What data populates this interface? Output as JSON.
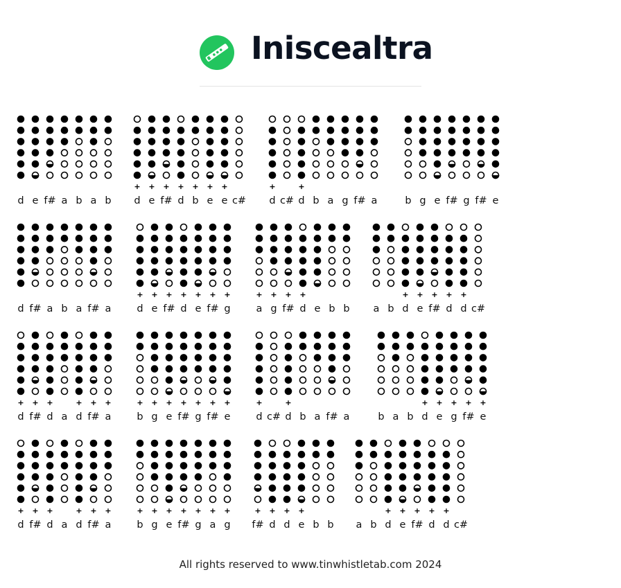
{
  "title": "Iniscealtra",
  "logo_icon": "tin-whistle-icon",
  "brand_color": "#22c55e",
  "footer": "All rights reserved to www.tinwhistletab.com 2024",
  "rows": [
    {
      "measures": [
        {
          "notes": [
            {
              "n": "d",
              "h": "ffffff",
              "p": false
            },
            {
              "n": "e",
              "h": "ffffft",
              "p": false
            },
            {
              "n": "f#",
              "h": "ffffto",
              "p": false
            },
            {
              "n": "a",
              "h": "fffooo",
              "p": false
            },
            {
              "n": "b",
              "h": "ffoooo",
              "p": false
            },
            {
              "n": "a",
              "h": "fffooo",
              "p": false
            },
            {
              "n": "b",
              "h": "ffoooo",
              "p": false
            }
          ]
        },
        {
          "notes": [
            {
              "n": "d",
              "h": "offfff",
              "p": true
            },
            {
              "n": "e",
              "h": "ffffft",
              "p": true
            },
            {
              "n": "f#",
              "h": "ffffto",
              "p": true
            },
            {
              "n": "d",
              "h": "offfff",
              "p": true
            },
            {
              "n": "b",
              "h": "ffoooo",
              "p": true
            },
            {
              "n": "e",
              "h": "ffffft",
              "p": true
            },
            {
              "n": "e",
              "h": "ffffft",
              "p": true
            },
            {
              "n": "c#",
              "h": "oooooo",
              "p": false
            }
          ]
        },
        {
          "notes": [
            {
              "n": "d",
              "h": "offfff",
              "p": true
            },
            {
              "n": "c#",
              "h": "oooooo",
              "p": false
            },
            {
              "n": "d",
              "h": "offfff",
              "p": true
            },
            {
              "n": "b",
              "h": "ffoooo",
              "p": false
            },
            {
              "n": "a",
              "h": "fffooo",
              "p": false
            },
            {
              "n": "g",
              "h": "ffffoo",
              "p": false
            },
            {
              "n": "f#",
              "h": "ffffto",
              "p": false
            },
            {
              "n": "a",
              "h": "fffooo",
              "p": false
            }
          ]
        },
        {
          "notes": [
            {
              "n": "b",
              "h": "ffoooo",
              "p": false
            },
            {
              "n": "g",
              "h": "ffffoo",
              "p": false
            },
            {
              "n": "e",
              "h": "ffffft",
              "p": false
            },
            {
              "n": "f#",
              "h": "ffffto",
              "p": false
            },
            {
              "n": "g",
              "h": "ffffoo",
              "p": false
            },
            {
              "n": "f#",
              "h": "ffffto",
              "p": false
            },
            {
              "n": "e",
              "h": "ffffft",
              "p": false
            }
          ]
        }
      ]
    },
    {
      "measures": [
        {
          "notes": [
            {
              "n": "d",
              "h": "ffffff",
              "p": false
            },
            {
              "n": "f#",
              "h": "ffffto",
              "p": false
            },
            {
              "n": "a",
              "h": "fffooo",
              "p": false
            },
            {
              "n": "b",
              "h": "ffoooo",
              "p": false
            },
            {
              "n": "a",
              "h": "fffooo",
              "p": false
            },
            {
              "n": "f#",
              "h": "ffffto",
              "p": false
            },
            {
              "n": "a",
              "h": "fffooo",
              "p": false
            }
          ]
        },
        {
          "notes": [
            {
              "n": "d",
              "h": "offfff",
              "p": true
            },
            {
              "n": "e",
              "h": "ffffft",
              "p": true
            },
            {
              "n": "f#",
              "h": "ffffto",
              "p": true
            },
            {
              "n": "d",
              "h": "offfff",
              "p": true
            },
            {
              "n": "e",
              "h": "ffffft",
              "p": true
            },
            {
              "n": "f#",
              "h": "ffffto",
              "p": true
            },
            {
              "n": "g",
              "h": "ffffoo",
              "p": true
            }
          ]
        },
        {
          "notes": [
            {
              "n": "a",
              "h": "fffooo",
              "p": true
            },
            {
              "n": "g",
              "h": "ffffoo",
              "p": true
            },
            {
              "n": "f#",
              "h": "ffffto",
              "p": true
            },
            {
              "n": "d",
              "h": "offfff",
              "p": true
            },
            {
              "n": "e",
              "h": "ffffft",
              "p": false
            },
            {
              "n": "b",
              "h": "ffoooo",
              "p": false
            },
            {
              "n": "b",
              "h": "ffoooo",
              "p": false
            }
          ]
        },
        {
          "notes": [
            {
              "n": "a",
              "h": "fffooo",
              "p": false
            },
            {
              "n": "b",
              "h": "ffoooo",
              "p": false
            },
            {
              "n": "d",
              "h": "offfff",
              "p": true
            },
            {
              "n": "e",
              "h": "ffffft",
              "p": true
            },
            {
              "n": "f#",
              "h": "ffffto",
              "p": true
            },
            {
              "n": "d",
              "h": "offfff",
              "p": true
            },
            {
              "n": "d",
              "h": "offfff",
              "p": true
            },
            {
              "n": "c#",
              "h": "oooooo",
              "p": false
            }
          ]
        }
      ]
    },
    {
      "measures": [
        {
          "notes": [
            {
              "n": "d",
              "h": "offfff",
              "p": true
            },
            {
              "n": "f#",
              "h": "ffffto",
              "p": true
            },
            {
              "n": "d",
              "h": "offfff",
              "p": true
            },
            {
              "n": "a",
              "h": "fffooo",
              "p": false
            },
            {
              "n": "d",
              "h": "offfff",
              "p": true
            },
            {
              "n": "f#",
              "h": "ffffto",
              "p": true
            },
            {
              "n": "a",
              "h": "fffooo",
              "p": true
            }
          ]
        },
        {
          "notes": [
            {
              "n": "b",
              "h": "ffoooo",
              "p": true
            },
            {
              "n": "g",
              "h": "ffffoo",
              "p": true
            },
            {
              "n": "e",
              "h": "ffffft",
              "p": true
            },
            {
              "n": "f#",
              "h": "ffffto",
              "p": true
            },
            {
              "n": "g",
              "h": "ffffoo",
              "p": true
            },
            {
              "n": "f#",
              "h": "ffffto",
              "p": true
            },
            {
              "n": "e",
              "h": "ffffft",
              "p": true
            }
          ]
        },
        {
          "notes": [
            {
              "n": "d",
              "h": "offfff",
              "p": true
            },
            {
              "n": "c#",
              "h": "oooooo",
              "p": false
            },
            {
              "n": "d",
              "h": "offfff",
              "p": true
            },
            {
              "n": "b",
              "h": "ffoooo",
              "p": false
            },
            {
              "n": "a",
              "h": "fffooo",
              "p": false
            },
            {
              "n": "f#",
              "h": "ffffto",
              "p": false
            },
            {
              "n": "a",
              "h": "fffooo",
              "p": false
            }
          ]
        },
        {
          "notes": [
            {
              "n": "b",
              "h": "ffoooo",
              "p": false
            },
            {
              "n": "a",
              "h": "fffooo",
              "p": false
            },
            {
              "n": "b",
              "h": "ffoooo",
              "p": false
            },
            {
              "n": "d",
              "h": "offfff",
              "p": true
            },
            {
              "n": "e",
              "h": "ffffft",
              "p": true
            },
            {
              "n": "g",
              "h": "ffffoo",
              "p": true
            },
            {
              "n": "f#",
              "h": "ffffto",
              "p": true
            },
            {
              "n": "e",
              "h": "ffffft",
              "p": true
            }
          ]
        }
      ]
    },
    {
      "measures": [
        {
          "notes": [
            {
              "n": "d",
              "h": "offfff",
              "p": true
            },
            {
              "n": "f#",
              "h": "ffffto",
              "p": true
            },
            {
              "n": "d",
              "h": "offfff",
              "p": true
            },
            {
              "n": "a",
              "h": "fffooo",
              "p": false
            },
            {
              "n": "d",
              "h": "offfff",
              "p": true
            },
            {
              "n": "f#",
              "h": "ffffto",
              "p": true
            },
            {
              "n": "a",
              "h": "fffooo",
              "p": true
            }
          ]
        },
        {
          "notes": [
            {
              "n": "b",
              "h": "ffoooo",
              "p": true
            },
            {
              "n": "g",
              "h": "ffffoo",
              "p": true
            },
            {
              "n": "e",
              "h": "ffffft",
              "p": true
            },
            {
              "n": "f#",
              "h": "ffffto",
              "p": true
            },
            {
              "n": "g",
              "h": "ffffoo",
              "p": true
            },
            {
              "n": "a",
              "h": "fffooo",
              "p": true
            },
            {
              "n": "g",
              "h": "ffffoo",
              "p": true
            }
          ]
        },
        {
          "notes": [
            {
              "n": "f#",
              "h": "ffffto",
              "p": true
            },
            {
              "n": "d",
              "h": "offfff",
              "p": true
            },
            {
              "n": "d",
              "h": "offfff",
              "p": true
            },
            {
              "n": "e",
              "h": "ffffft",
              "p": true
            },
            {
              "n": "b",
              "h": "ffoooo",
              "p": false
            },
            {
              "n": "b",
              "h": "ffoooo",
              "p": false
            }
          ]
        },
        {
          "notes": [
            {
              "n": "a",
              "h": "fffooo",
              "p": false
            },
            {
              "n": "b",
              "h": "ffoooo",
              "p": false
            },
            {
              "n": "d",
              "h": "offfff",
              "p": true
            },
            {
              "n": "e",
              "h": "ffffft",
              "p": true
            },
            {
              "n": "f#",
              "h": "ffffto",
              "p": true
            },
            {
              "n": "d",
              "h": "offfff",
              "p": true
            },
            {
              "n": "d",
              "h": "offfff",
              "p": true
            },
            {
              "n": "c#",
              "h": "oooooo",
              "p": false
            }
          ]
        }
      ]
    }
  ]
}
